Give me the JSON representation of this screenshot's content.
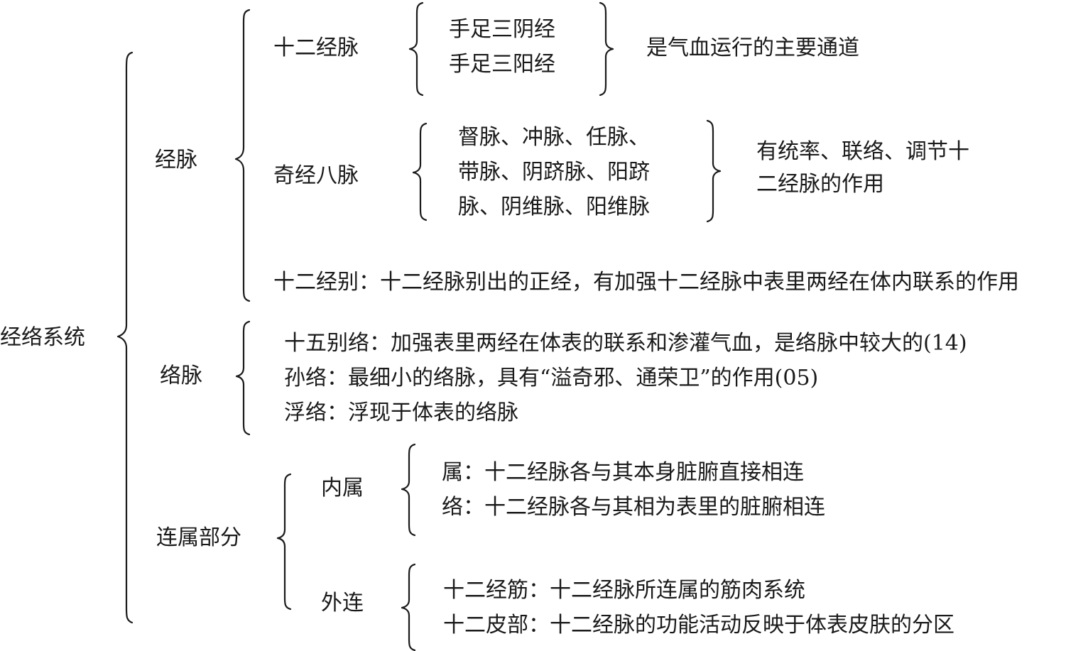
{
  "root": "经络系统",
  "jingmai": {
    "label": "经脉",
    "shier_jingmai": {
      "label": "十二经脉",
      "items": [
        "手足三阴经",
        "手足三阳经"
      ],
      "desc": "是气血运行的主要通道"
    },
    "qijing_bamai": {
      "label": "奇经八脉",
      "lines": [
        "督脉、冲脉、任脉、",
        "带脉、阴跻脉、阳跻",
        "脉、阴维脉、阳维脉"
      ],
      "desc_lines": [
        "有统率、联络、调节十",
        "二经脉的作用"
      ]
    },
    "jingbie": "十二经别：十二经脉别出的正经，有加强十二经脉中表里两经在体内联系的作用"
  },
  "luomai": {
    "label": "络脉",
    "items": [
      "十五别络：加强表里两经在体表的联系和渗灌气血，是络脉中较大的(14)",
      "孙络：最细小的络脉，具有“溢奇邪、通荣卫”的作用(05)",
      "浮络：浮现于体表的络脉"
    ]
  },
  "lianshu": {
    "label": "连属部分",
    "neishu": {
      "label": "内属",
      "items": [
        "属：十二经脉各与其本身脏腑直接相连",
        "络：十二经脉各与其相为表里的脏腑相连"
      ]
    },
    "wailian": {
      "label": "外连",
      "items": [
        "十二经筋：十二经脉所连属的筋肉系统",
        "十二皮部：十二经脉的功能活动反映于体表皮肤的分区"
      ]
    }
  }
}
